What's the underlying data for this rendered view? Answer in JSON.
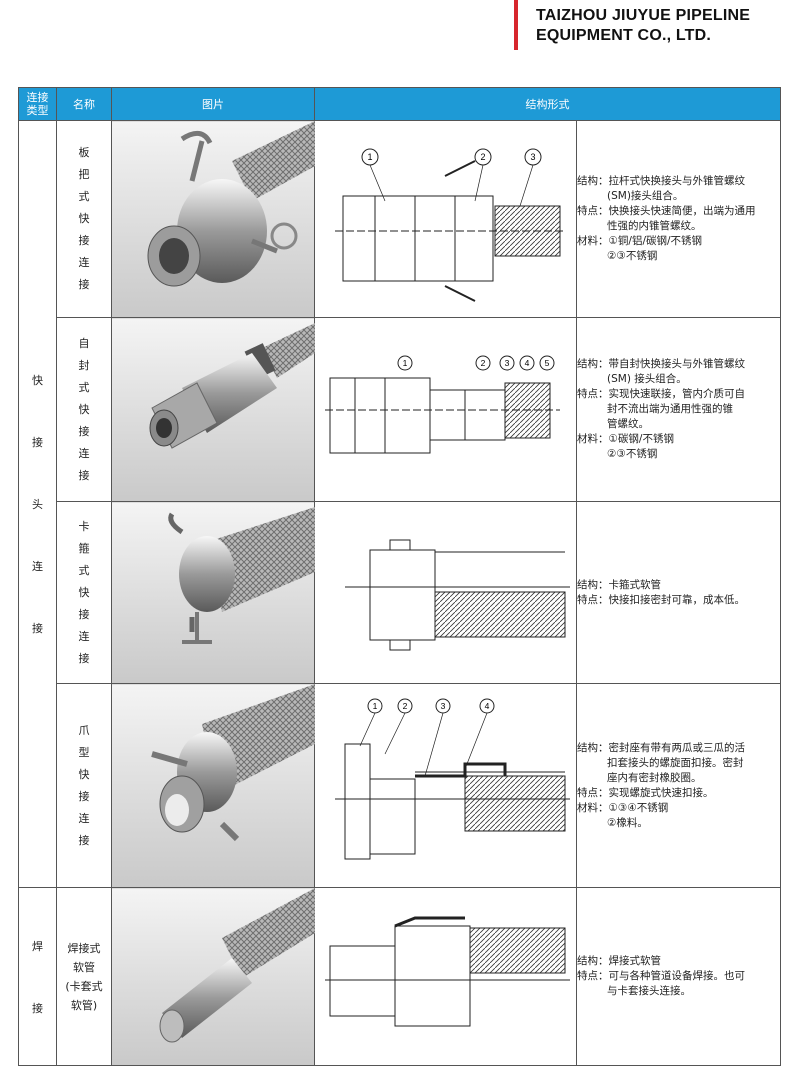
{
  "company": {
    "line1": "TAIZHOU JIUYUE PIPELINE",
    "line2": "EQUIPMENT CO., LTD."
  },
  "colors": {
    "accent_red": "#d7262d",
    "header_blue": "#1e9ad6"
  },
  "table": {
    "headers": {
      "type": "连接类型",
      "type_l1": "连接",
      "type_l2": "类型",
      "name": "名称",
      "image": "图片",
      "structure": "结构形式"
    },
    "groups": {
      "quick": [
        "快",
        "接",
        "头",
        "连",
        "接"
      ],
      "weld": [
        "焊",
        "接"
      ]
    },
    "rows": [
      {
        "name": [
          "板",
          "把",
          "式",
          "快",
          "接",
          "连",
          "接"
        ],
        "callouts": [
          "1",
          "2",
          "3"
        ],
        "lines": [
          {
            "k": "结构：",
            "v": "拉杆式快换接头与外锥管螺纹"
          },
          {
            "k": "",
            "v": "(SM)接头组合。"
          },
          {
            "k": "特点：",
            "v": "快换接头快速简便，出端为通用"
          },
          {
            "k": "",
            "v": "性强的内锥管螺纹。"
          },
          {
            "k": "材料：",
            "v": "①铜/铝/碳钢/不锈钢"
          },
          {
            "k": "",
            "v": "②③不锈钢"
          }
        ]
      },
      {
        "name": [
          "自",
          "封",
          "式",
          "快",
          "接",
          "连",
          "接"
        ],
        "callouts": [
          "1",
          "2",
          "3",
          "4",
          "5"
        ],
        "lines": [
          {
            "k": "结构：",
            "v": "带自封快换接头与外锥管螺纹"
          },
          {
            "k": "",
            "v": "(SM) 接头组合。"
          },
          {
            "k": "特点：",
            "v": "实现快速联接，管内介质可自"
          },
          {
            "k": "",
            "v": "封不流出端为通用性强的锥"
          },
          {
            "k": "",
            "v": "管螺纹。"
          },
          {
            "k": "材料：",
            "v": "①碳钢/不锈钢"
          },
          {
            "k": "",
            "v": "②③不锈钢"
          }
        ]
      },
      {
        "name": [
          "卡",
          "箍",
          "式",
          "快",
          "接",
          "连",
          "接"
        ],
        "callouts": [],
        "lines": [
          {
            "k": "结构：",
            "v": "卡箍式软管"
          },
          {
            "k": "特点：",
            "v": "快接扣接密封可靠，成本低。"
          }
        ]
      },
      {
        "name": [
          "爪",
          "型",
          "快",
          "接",
          "连",
          "接"
        ],
        "callouts": [
          "1",
          "2",
          "3",
          "4"
        ],
        "lines": [
          {
            "k": "结构：",
            "v": "密封座有带有两瓜或三瓜的活"
          },
          {
            "k": "",
            "v": "扣套接头的螺旋面扣接。密封"
          },
          {
            "k": "",
            "v": "座内有密封橡胶圈。"
          },
          {
            "k": "特点：",
            "v": "实现螺旋式快速扣接。"
          },
          {
            "k": "材料：",
            "v": "①③④不锈钢"
          },
          {
            "k": "",
            "v": "②橡料。"
          }
        ]
      },
      {
        "name": [
          "焊接式",
          "软管",
          "(卡套式",
          "软管)"
        ],
        "callouts": [],
        "lines": [
          {
            "k": "结构：",
            "v": "焊接式软管"
          },
          {
            "k": "特点：",
            "v": "可与各种管道设备焊接。也可"
          },
          {
            "k": "",
            "v": "与卡套接头连接。"
          }
        ]
      }
    ]
  }
}
